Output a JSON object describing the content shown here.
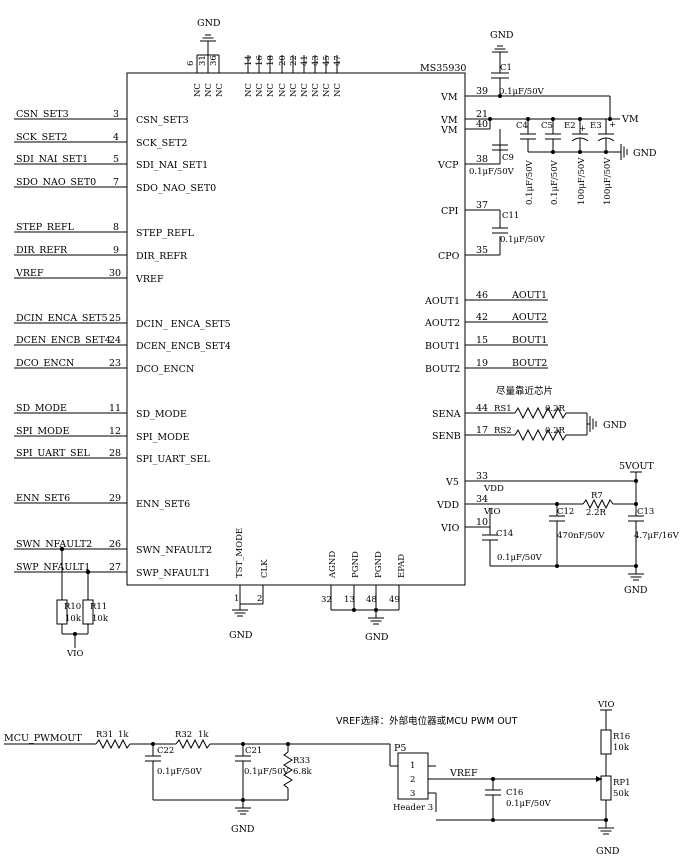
{
  "chip": {
    "name": "MS35930",
    "left_pins": [
      {
        "num": "3",
        "name": "CSN_SET3",
        "net": "CSN_SET3"
      },
      {
        "num": "4",
        "name": "SCK_SET2",
        "net": "SCK_SET2"
      },
      {
        "num": "5",
        "name": "SDI_NAI_SET1",
        "net": "SDI_NAI_SET1"
      },
      {
        "num": "7",
        "name": "SDO_NAO_SET0",
        "net": "SDO_NAO_SET0"
      },
      {
        "num": "8",
        "name": "STEP_REFL",
        "net": "STEP_REFL"
      },
      {
        "num": "9",
        "name": "DIR_REFR",
        "net": "DIR_REFR"
      },
      {
        "num": "30",
        "name": "VREF",
        "net": "VREF"
      },
      {
        "num": "25",
        "name": "DCIN_ ENCA_SET5",
        "net": "DCIN_ENCA_SET5"
      },
      {
        "num": "24",
        "name": "DCEN_ENCB_SET4",
        "net": "DCEN_ENCB_SET4"
      },
      {
        "num": "23",
        "name": "DCO_ENCN",
        "net": "DCO_ENCN"
      },
      {
        "num": "11",
        "name": "SD_MODE",
        "net": "SD_MODE"
      },
      {
        "num": "12",
        "name": "SPI_MODE",
        "net": "SPI_MODE"
      },
      {
        "num": "28",
        "name": "SPI_UART_SEL",
        "net": "SPI_UART_SEL"
      },
      {
        "num": "29",
        "name": "ENN_SET6",
        "net": "ENN_SET6"
      },
      {
        "num": "26",
        "name": "SWN_NFAULT2",
        "net": "SWN_NFAULT2"
      },
      {
        "num": "27",
        "name": "SWP_NFAULT1",
        "net": "SWP_NFAULT1"
      }
    ],
    "right_pins": [
      {
        "num": "39",
        "name": "VM"
      },
      {
        "num": "21",
        "name": "VM"
      },
      {
        "num": "40",
        "name": "VM"
      },
      {
        "num": "38",
        "name": "VCP"
      },
      {
        "num": "37",
        "name": "CPI"
      },
      {
        "num": "35",
        "name": "CPO"
      },
      {
        "num": "46",
        "name": "AOUT1",
        "net": "AOUT1"
      },
      {
        "num": "42",
        "name": "AOUT2",
        "net": "AOUT2"
      },
      {
        "num": "15",
        "name": "BOUT1",
        "net": "BOUT1"
      },
      {
        "num": "19",
        "name": "BOUT2",
        "net": "BOUT2"
      },
      {
        "num": "44",
        "name": "SENA"
      },
      {
        "num": "17",
        "name": "SENB"
      },
      {
        "num": "33",
        "name": "V5"
      },
      {
        "num": "34",
        "name": "VDD"
      },
      {
        "num": "10",
        "name": "VIO"
      }
    ],
    "top_pins": [
      {
        "num": "6",
        "name": "NC"
      },
      {
        "num": "31",
        "name": "NC"
      },
      {
        "num": "36",
        "name": "NC"
      },
      {
        "num": "14",
        "name": "NC"
      },
      {
        "num": "16",
        "name": "NC"
      },
      {
        "num": "18",
        "name": "NC"
      },
      {
        "num": "20",
        "name": "NC"
      },
      {
        "num": "22",
        "name": "NC"
      },
      {
        "num": "41",
        "name": "NC"
      },
      {
        "num": "43",
        "name": "NC"
      },
      {
        "num": "45",
        "name": "NC"
      },
      {
        "num": "47",
        "name": "NC"
      }
    ],
    "bottom_pins": [
      {
        "num": "1",
        "name": "TST_MODE"
      },
      {
        "num": "2",
        "name": "CLK"
      },
      {
        "num": "32",
        "name": "AGND"
      },
      {
        "num": "13",
        "name": "PGND"
      },
      {
        "num": "48",
        "name": "PGND"
      },
      {
        "num": "49",
        "name": "EPAD"
      }
    ]
  },
  "power": {
    "gnd": "GND",
    "vm": "VM",
    "vio": "VIO",
    "vdd": "VDD",
    "v5vout": "5VOUT"
  },
  "parts": {
    "c1": {
      "ref": "C1",
      "value": "0.1μF/50V"
    },
    "c4": {
      "ref": "C4",
      "value": "0.1μF/50V"
    },
    "c5": {
      "ref": "C5",
      "value": "0.1μF/50V"
    },
    "e2": {
      "ref": "E2",
      "value": "100μF/50V"
    },
    "e3": {
      "ref": "E3",
      "value": "100μF/50V"
    },
    "c9": {
      "ref": "C9",
      "value": "0.1μF/50V"
    },
    "c11": {
      "ref": "C11",
      "value": "0.1μF/50V"
    },
    "rs1": {
      "ref": "RS1",
      "value": "0.2R"
    },
    "rs2": {
      "ref": "RS2",
      "value": "0.2R"
    },
    "r7": {
      "ref": "R7",
      "value": "2.2R"
    },
    "c12": {
      "ref": "C12",
      "value": "470nF/50V"
    },
    "c13": {
      "ref": "C13",
      "value": "4.7μF/16V"
    },
    "c14": {
      "ref": "C14",
      "value": "0.1μF/50V"
    },
    "r10": {
      "ref": "R10",
      "value": "10k"
    },
    "r11": {
      "ref": "R11",
      "value": "10k"
    },
    "r31": {
      "ref": "R31",
      "value": "1k"
    },
    "r32": {
      "ref": "R32",
      "value": "1k"
    },
    "c22": {
      "ref": "C22",
      "value": "0.1μF/50V"
    },
    "c21": {
      "ref": "C21",
      "value": "0.1μF/50V"
    },
    "r33": {
      "ref": "R33",
      "value": "6.8k"
    },
    "p5": {
      "ref": "P5",
      "value": "Header 3",
      "pins": [
        "1",
        "2",
        "3"
      ]
    },
    "c16": {
      "ref": "C16",
      "value": "0.1μF/50V"
    },
    "r16": {
      "ref": "R16",
      "value": "10k"
    },
    "rp1": {
      "ref": "RP1",
      "value": "50k"
    }
  },
  "notes": {
    "sense_note": "尽量靠近芯片",
    "vref_note": "VREF选择：外部电位器或MCU PWM OUT"
  },
  "nets": {
    "mcu_pwmout": "MCU_PWMOUT",
    "vref": "VREF"
  }
}
